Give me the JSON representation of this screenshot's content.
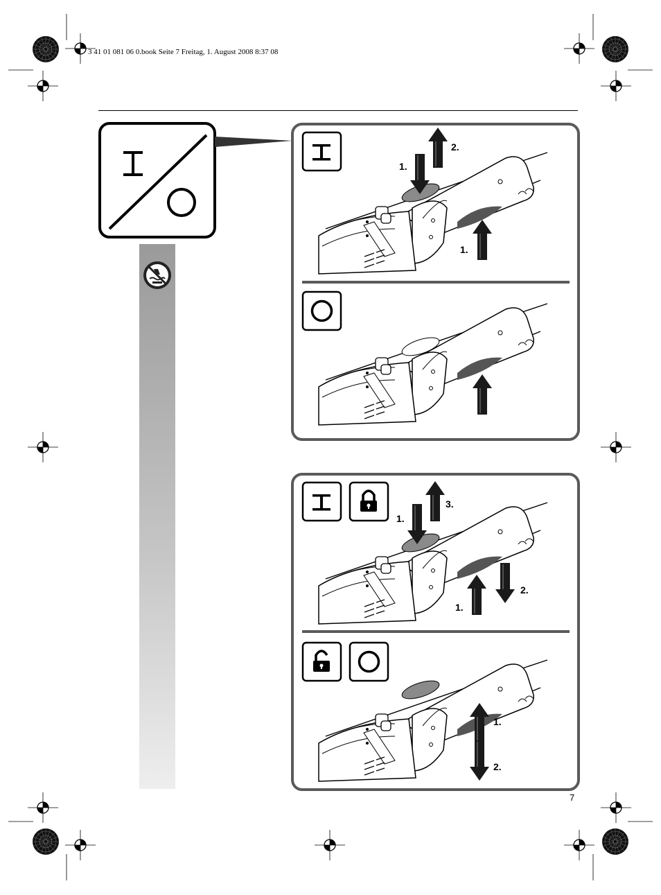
{
  "header": {
    "print_line": "3 41 01 081 06 0.book  Seite 7  Freitag, 1. August 2008  8:37 08"
  },
  "page": {
    "number": "7"
  },
  "icons": {
    "main_symbol": "on-off-io-icon",
    "safety": "no-wet-conditions-icon",
    "on": "on-i-icon",
    "off": "off-o-icon",
    "lock": "padlock-closed-icon",
    "unlock": "padlock-open-icon"
  },
  "panels": {
    "top": {
      "step_on": {
        "labels": [
          "2.",
          "1.",
          "1."
        ]
      },
      "step_off": {}
    },
    "bottom": {
      "step_lock": {
        "labels": [
          "3.",
          "1.",
          "2.",
          "1."
        ]
      },
      "step_unlock": {
        "labels": [
          "1.",
          "2."
        ]
      }
    }
  },
  "colors": {
    "gray_strip_top": "#9a9a9a",
    "gray_strip_bottom": "#eeeeee",
    "panel_border": "#5a5a5a",
    "button": "#8a8a8a"
  }
}
